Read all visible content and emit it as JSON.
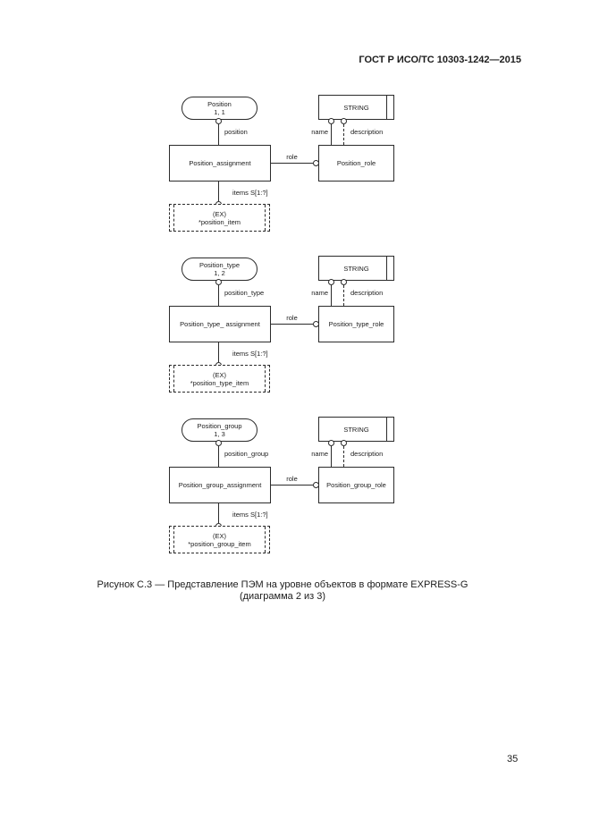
{
  "page": {
    "header": "ГОСТ Р ИСО/ТС 10303-1242—2015",
    "caption": {
      "line1": "Рисунок С.3 — Представление ПЭМ на уровне объектов в формате EXPRESS-G",
      "line2": "(диаграмма 2 из 3)"
    },
    "page_number": "35"
  },
  "diagram": {
    "notation": "EXPRESS-G",
    "blocks": [
      {
        "oval_title": "Position",
        "oval_ref": "1, 1",
        "attr_label": "position",
        "assignment_label": "Position_assignment",
        "string_label": "STRING",
        "name_label": "name",
        "description_label": "description",
        "role_label": "role",
        "role_box_label": "Position_role",
        "items_label": "items S[1:?]",
        "select_line1": "(EX)",
        "select_line2": "*position_item"
      },
      {
        "oval_title": "Position_type",
        "oval_ref": "1, 2",
        "attr_label": "position_type",
        "assignment_label": "Position_type_ assignment",
        "string_label": "STRING",
        "name_label": "name",
        "description_label": "description",
        "role_label": "role",
        "role_box_label": "Position_type_role",
        "items_label": "items S[1:?]",
        "select_line1": "(EX)",
        "select_line2": "*position_type_item"
      },
      {
        "oval_title": "Position_group",
        "oval_ref": "1, 3",
        "attr_label": "position_group",
        "assignment_label": "Position_group_assignment",
        "string_label": "STRING",
        "name_label": "name",
        "description_label": "description",
        "role_label": "role",
        "role_box_label": "Position_group_role",
        "items_label": "items S[1:?]",
        "select_line1": "(EX)",
        "select_line2": "*position_group_item"
      }
    ]
  },
  "colors": {
    "line": "#2b2b2b",
    "background": "#ffffff",
    "text": "#1c1c1c"
  }
}
